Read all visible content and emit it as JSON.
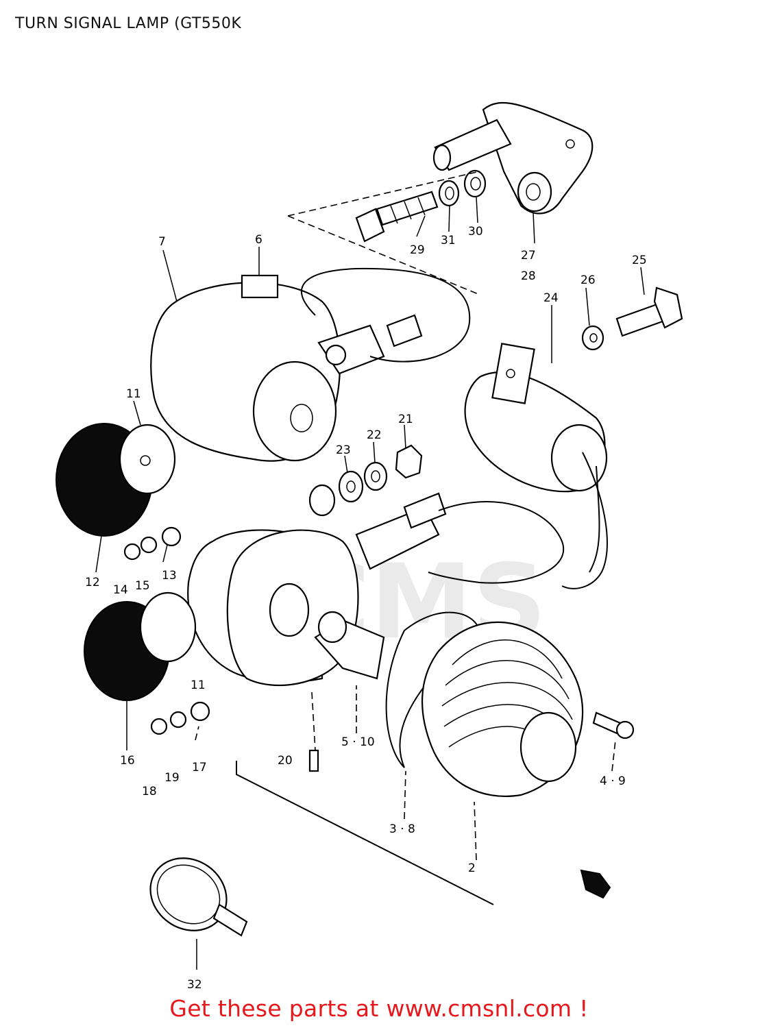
{
  "page": {
    "title": "TURN SIGNAL LAMP (GT550K",
    "footer": "Get these parts at www.cmsnl.com !",
    "watermark": "CMS",
    "footer_color": "#e8171c"
  },
  "callouts": [
    {
      "id": "c2",
      "text": "2"
    },
    {
      "id": "c3-8",
      "text": "3 · 8"
    },
    {
      "id": "c4-9",
      "text": "4 · 9"
    },
    {
      "id": "c5-10",
      "text": "5 · 10"
    },
    {
      "id": "c6",
      "text": "6"
    },
    {
      "id": "c7",
      "text": "7"
    },
    {
      "id": "c11a",
      "text": "11"
    },
    {
      "id": "c11b",
      "text": "11"
    },
    {
      "id": "c12",
      "text": "12"
    },
    {
      "id": "c13",
      "text": "13"
    },
    {
      "id": "c14",
      "text": "14"
    },
    {
      "id": "c15",
      "text": "15"
    },
    {
      "id": "c16",
      "text": "16"
    },
    {
      "id": "c17",
      "text": "17"
    },
    {
      "id": "c18",
      "text": "18"
    },
    {
      "id": "c19",
      "text": "19"
    },
    {
      "id": "c20",
      "text": "20"
    },
    {
      "id": "c21",
      "text": "21"
    },
    {
      "id": "c22",
      "text": "22"
    },
    {
      "id": "c23",
      "text": "23"
    },
    {
      "id": "c24",
      "text": "24"
    },
    {
      "id": "c25",
      "text": "25"
    },
    {
      "id": "c26",
      "text": "26"
    },
    {
      "id": "c27",
      "text": "27"
    },
    {
      "id": "c28",
      "text": "28"
    },
    {
      "id": "c29",
      "text": "29"
    },
    {
      "id": "c30",
      "text": "30"
    },
    {
      "id": "c31",
      "text": "31"
    },
    {
      "id": "c32",
      "text": "32"
    }
  ]
}
